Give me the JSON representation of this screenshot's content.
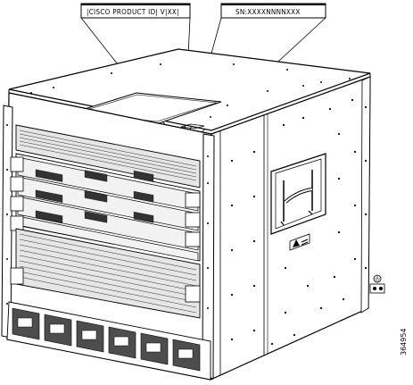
{
  "labels": {
    "product_id": "|CISCO PRODUCT ID| V|XX|",
    "serial_number": "SN:XXXXNNNNXXX"
  },
  "figure_number": "364954",
  "warning_label": "⚠ ///",
  "colors": {
    "line": "#000000",
    "fill": "#ffffff",
    "shade": "#d9d9d9",
    "dark": "#4d4d4d"
  }
}
